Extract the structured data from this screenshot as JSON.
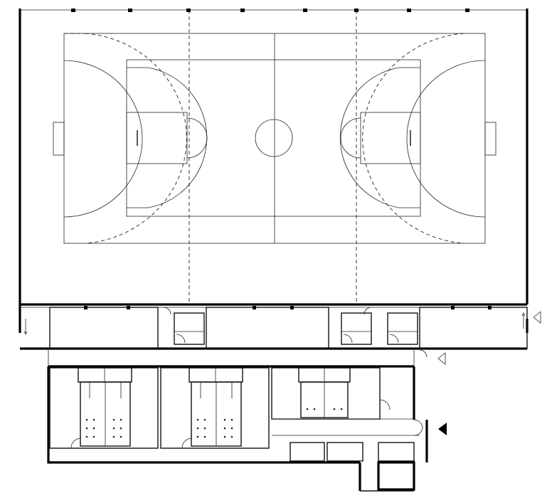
{
  "plan": {
    "drawing": "sports-hall-floor-plan",
    "background": "#ffffff",
    "ink": "#000000",
    "entrance_marker": "black-triangle",
    "door_markers": "outline-triangle"
  }
}
